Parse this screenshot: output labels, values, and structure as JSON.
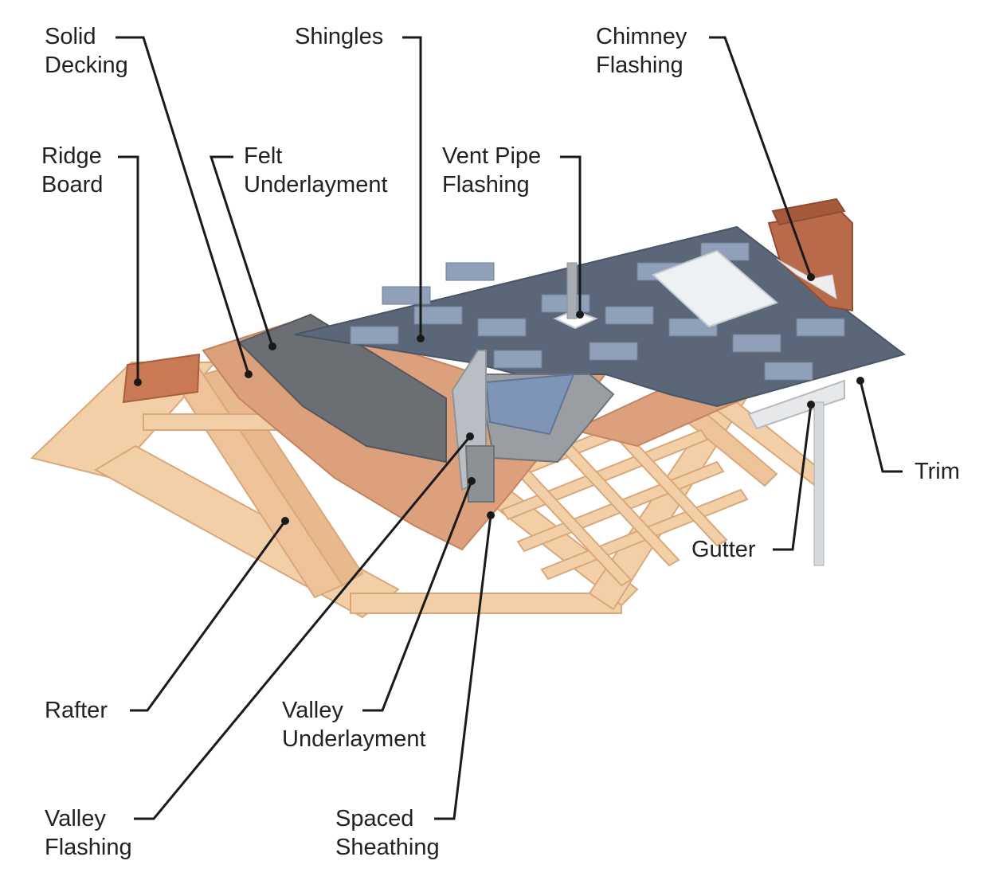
{
  "colors": {
    "wood": "#f2cfa6",
    "wood_shadow": "#d9a87a",
    "felt": "#dca07c",
    "shingle_dark": "#5b6778",
    "shingle_light": "#8fa0b8",
    "flashing": "#a6adb4",
    "brick": "#b86a4a",
    "leader": "#1a1a1a",
    "text": "#222222"
  },
  "labels": {
    "solid_decking": {
      "line1": "Solid",
      "line2": "Decking"
    },
    "shingles": {
      "line1": "Shingles"
    },
    "chimney_flashing": {
      "line1": "Chimney",
      "line2": "Flashing"
    },
    "ridge_board": {
      "line1": "Ridge",
      "line2": "Board"
    },
    "felt_underlayment": {
      "line1": "Felt",
      "line2": "Underlayment"
    },
    "vent_pipe_flashing": {
      "line1": "Vent Pipe",
      "line2": "Flashing"
    },
    "trim": {
      "line1": "Trim"
    },
    "gutter": {
      "line1": "Gutter"
    },
    "rafter": {
      "line1": "Rafter"
    },
    "valley_underlayment": {
      "line1": "Valley",
      "line2": "Underlayment"
    },
    "valley_flashing": {
      "line1": "Valley",
      "line2": "Flashing"
    },
    "spaced_sheathing": {
      "line1": "Spaced",
      "line2": "Sheathing"
    }
  }
}
